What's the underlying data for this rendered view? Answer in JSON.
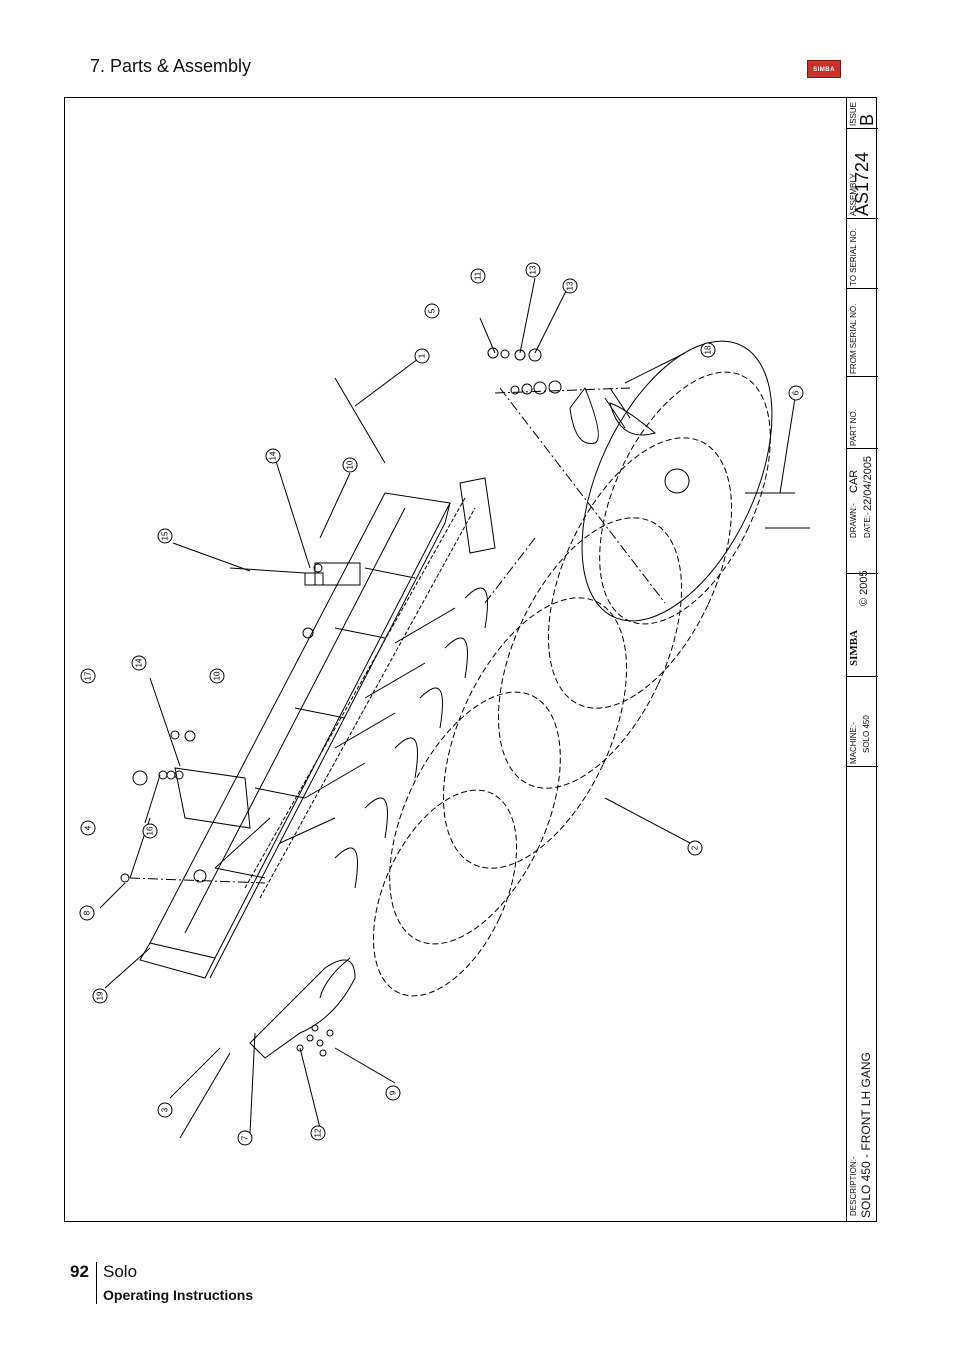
{
  "header": {
    "section_title": "7. Parts & Assembly",
    "logo_text": "SIMBA"
  },
  "title_block": {
    "description_label": "DESCRIPTION:-",
    "description": "SOLO 450 - FRONT LH GANG",
    "machine_label": "MACHINE:-",
    "machine": "SOLO 450",
    "logo_text": "SIMBA",
    "copyright": "© 2005",
    "drawn_label": "DRAWN:-",
    "drawn": "CAR",
    "date_label": "DATE:-",
    "date": "22/04/2005",
    "part_no_label": "PART NO.",
    "from_serial_label": "FROM SERIAL NO.",
    "to_serial_label": "TO SERIAL NO.",
    "assembly_label": "ASSEMBLY",
    "assembly": "AS1724",
    "issue_label": "ISSUE",
    "issue": "B"
  },
  "callouts": [
    "1",
    "2",
    "3",
    "4",
    "5",
    "6",
    "7",
    "8",
    "9",
    "10",
    "10",
    "11",
    "12",
    "13",
    "13",
    "14",
    "14",
    "15",
    "16",
    "17",
    "18",
    "19"
  ],
  "footer": {
    "page_number": "92",
    "product": "Solo",
    "subtitle": "Operating Instructions"
  },
  "colors": {
    "logo_red": "#c8322b",
    "line": "#000000"
  }
}
